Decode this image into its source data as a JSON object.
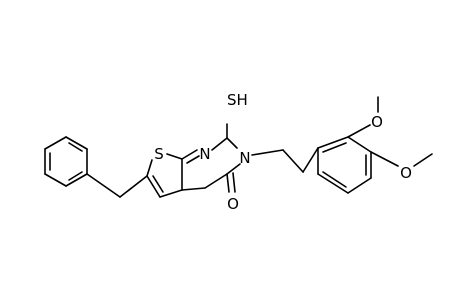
{
  "molecule": {
    "atom_labels": {
      "sh": "SH",
      "n1": "N",
      "n3": "N",
      "s_ring": "S",
      "o_carbonyl": "O",
      "o_methoxy_1": "O",
      "o_methoxy_2": "O"
    }
  }
}
